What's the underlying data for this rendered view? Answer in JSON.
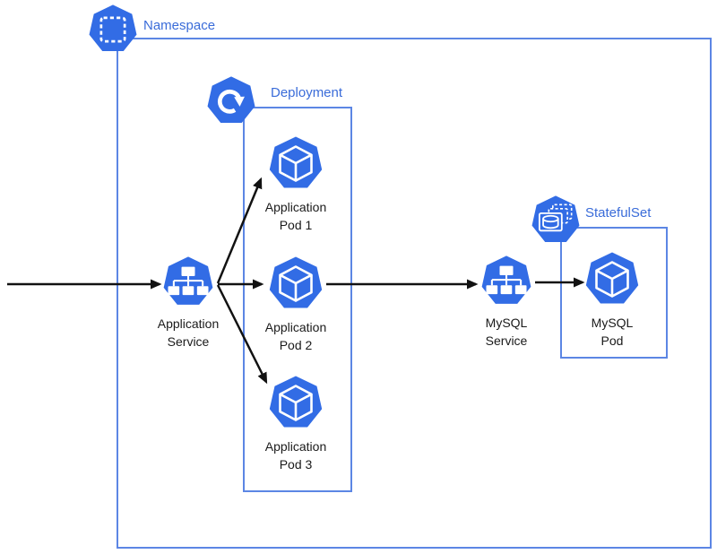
{
  "colors": {
    "kubernetes_icon_blue": "#326CE5",
    "boundary_border_blue": "#5C86E4",
    "boundary_label_blue": "#3A6CD9",
    "node_label_black": "#1a1a1a",
    "arrow_black": "#121212",
    "background": "#ffffff"
  },
  "groups": {
    "namespace": {
      "label": "Namespace",
      "icon": "namespace-icon"
    },
    "deployment": {
      "label": "Deployment",
      "icon": "deployment-icon"
    },
    "statefulset": {
      "label": "StatefulSet",
      "icon": "statefulset-icon"
    }
  },
  "nodes": {
    "app_service": {
      "label": "Application\nService",
      "icon": "service-icon"
    },
    "app_pod_1": {
      "label": "Application\nPod 1",
      "icon": "pod-icon"
    },
    "app_pod_2": {
      "label": "Application\nPod 2",
      "icon": "pod-icon"
    },
    "app_pod_3": {
      "label": "Application\nPod 3",
      "icon": "pod-icon"
    },
    "mysql_service": {
      "label": "MySQL\nService",
      "icon": "service-icon"
    },
    "mysql_pod": {
      "label": "MySQL\nPod",
      "icon": "pod-icon"
    }
  },
  "edges": [
    {
      "from": "external-left",
      "to": "app_service"
    },
    {
      "from": "app_service",
      "to": "app_pod_1"
    },
    {
      "from": "app_service",
      "to": "app_pod_2"
    },
    {
      "from": "app_service",
      "to": "app_pod_3"
    },
    {
      "from": "app_pod_2",
      "to": "mysql_service"
    },
    {
      "from": "mysql_service",
      "to": "mysql_pod"
    }
  ]
}
